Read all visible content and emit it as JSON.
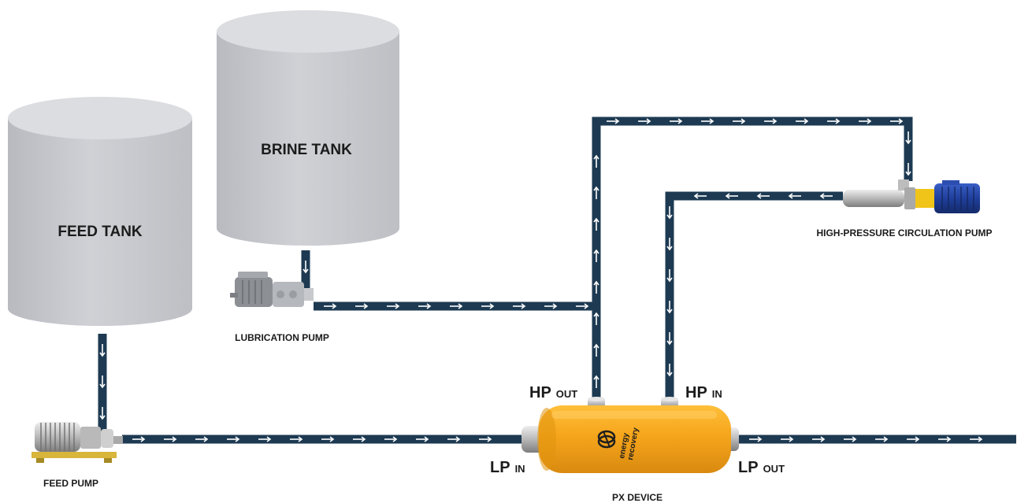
{
  "tanks": {
    "feed": {
      "label": "FEED TANK"
    },
    "brine": {
      "label": "BRINE TANK"
    }
  },
  "components": {
    "feed_pump": {
      "label": "FEED PUMP"
    },
    "lubrication_pump": {
      "label": "LUBRICATION PUMP"
    },
    "hp_circulation_pump": {
      "label": "HIGH-PRESSURE CIRCULATION PUMP"
    },
    "px_device": {
      "label": "PX DEVICE",
      "brand_line1": "energy",
      "brand_line2": "recovery"
    }
  },
  "ports": {
    "hp_out": {
      "main": "HP",
      "sub": "OUT"
    },
    "hp_in": {
      "main": "HP",
      "sub": "IN"
    },
    "lp_in": {
      "main": "LP",
      "sub": "IN"
    },
    "lp_out": {
      "main": "LP",
      "sub": "OUT"
    }
  },
  "colors": {
    "pipe": "#1d3a52",
    "pipe_arrow": "#ffffff",
    "tank": "#c6c8cd",
    "tank_top": "#dcdde1",
    "px_body": "#f4a51c",
    "px_shade": "#d9870f",
    "motor_blue": "#1f3f9c"
  }
}
